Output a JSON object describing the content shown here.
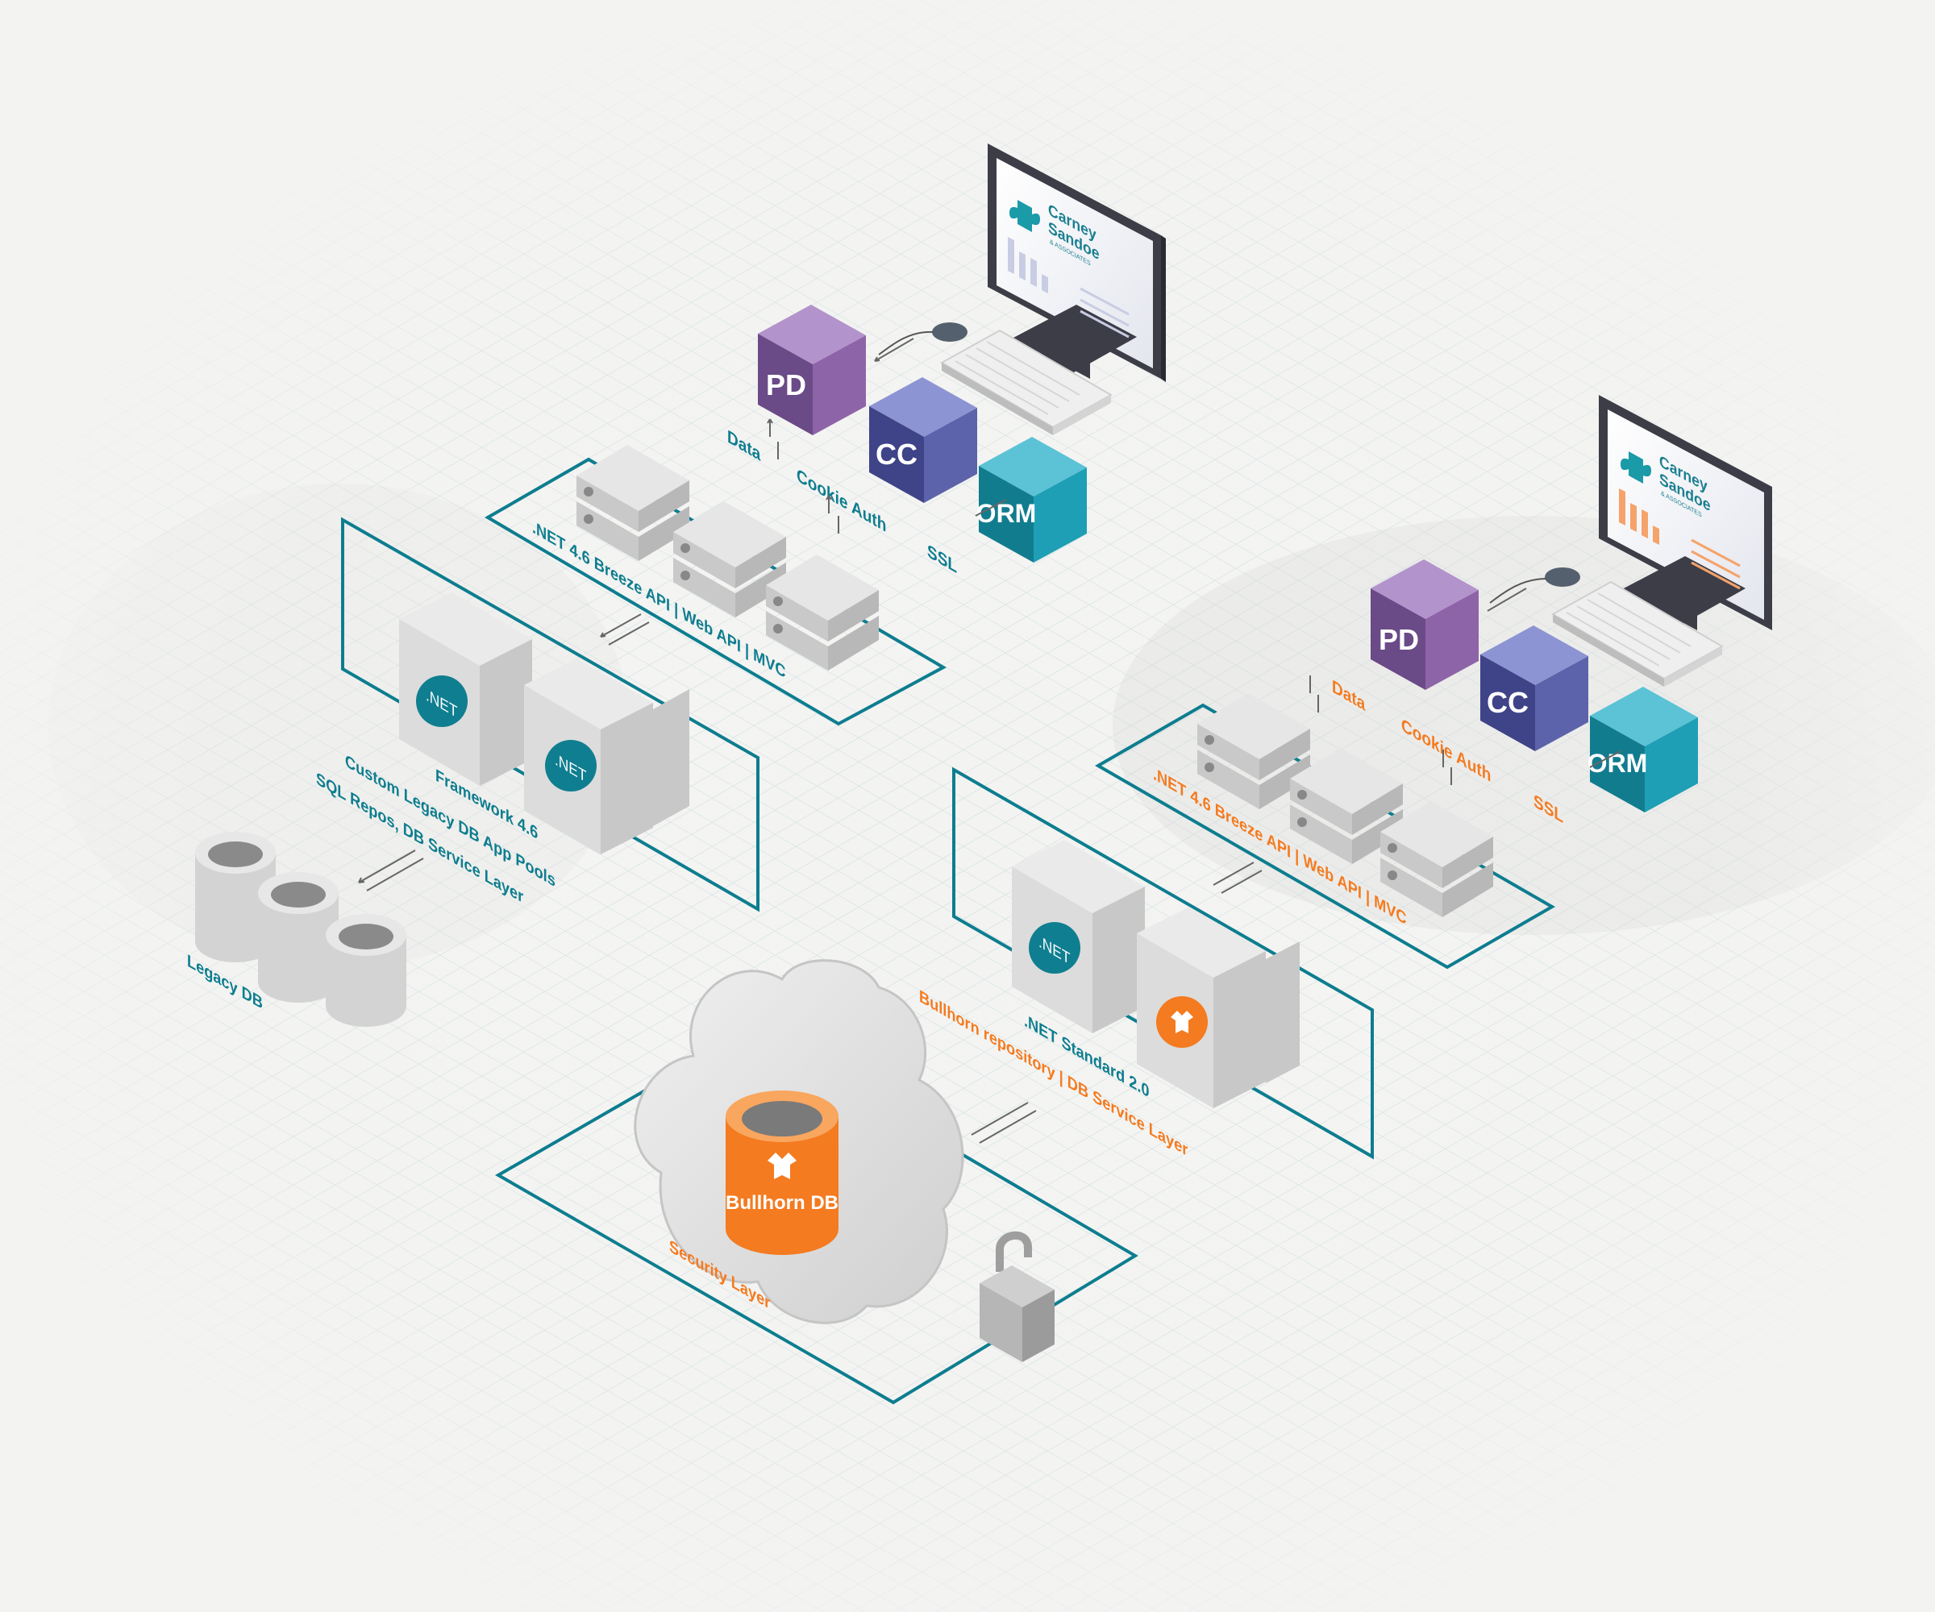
{
  "colors": {
    "teal": "#0d7d8f",
    "orange": "#f47b20",
    "pd_purple": "#8e64a8",
    "cc_blue": "#5c63aa",
    "orm_teal": "#1e9fb5",
    "background": "#f3f3f1"
  },
  "monitor_left": {
    "brand_line1": "Carney",
    "brand_line2": "Sandoe",
    "brand_line3": "& ASSOCIATES",
    "icon": "puzzle-piece-icon"
  },
  "monitor_right": {
    "brand_line1": "Carney",
    "brand_line2": "Sandoe",
    "brand_line3": "& ASSOCIATES",
    "icon": "puzzle-piece-icon"
  },
  "stack_left": {
    "cubes": {
      "pd": "PD",
      "cc": "CC",
      "orm": "ORM"
    },
    "data_label": "Data",
    "cookie_label": "Cookie Auth",
    "ssl_label": "SSL",
    "api_label": ".NET 4.6 Breeze API | Web API | MVC"
  },
  "stack_right": {
    "cubes": {
      "pd": "PD",
      "cc": "CC",
      "orm": "ORM"
    },
    "data_label": "Data",
    "cookie_label": "Cookie Auth",
    "ssl_label": "SSL",
    "api_label": ".NET 4.6 Breeze API | Web API | MVC"
  },
  "left_app": {
    "net_logo": ".NET",
    "line1": "Framework 4.6",
    "line2": "Custom Legacy DB App Pools",
    "line3": "SQL Repos, DB Service Layer"
  },
  "right_app": {
    "net_logo": ".NET",
    "line1": ".NET Standard 2.0",
    "line2": "Bullhorn repository | DB Service Layer",
    "bull_icon": "bull-icon"
  },
  "legacy_db": {
    "label": "Legacy DB"
  },
  "cloud": {
    "db_label": "Bullhorn DB",
    "security_label": "Security Layer",
    "lock_icon": "padlock-icon"
  }
}
